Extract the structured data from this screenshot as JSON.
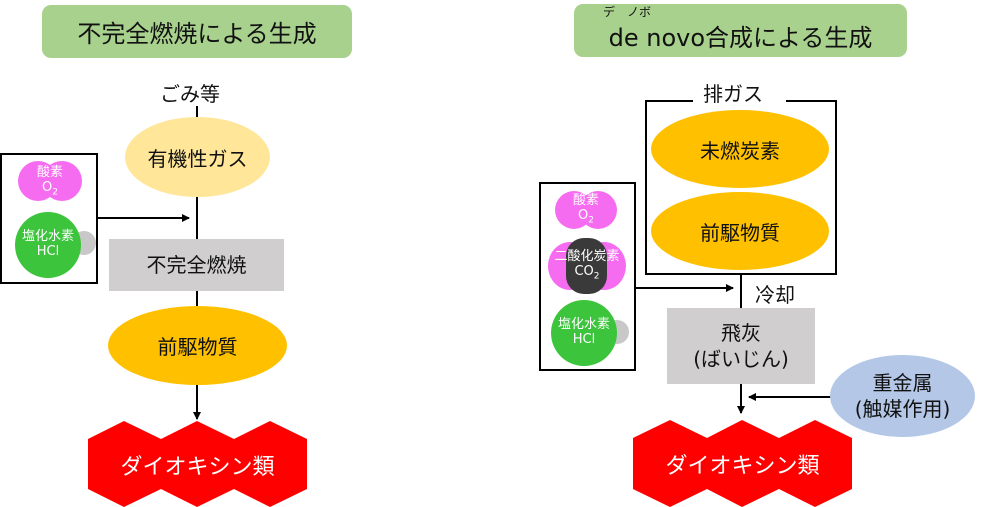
{
  "left": {
    "title": "不完全燃焼による生成",
    "source_label": "ごみ等",
    "organic_gas": "有機性ガス",
    "process": "不完全燃焼",
    "precursor": "前駆物質",
    "product": "ダイオキシン類",
    "molecules": [
      {
        "name": "酸素",
        "formula": "O",
        "subscript": "2"
      },
      {
        "name": "塩化水素",
        "formula": "HCl",
        "subscript": ""
      }
    ]
  },
  "right": {
    "title": "de novo合成による生成",
    "title_ruby": "デ　ノボ",
    "exhaust_label": "排ガス",
    "unburned_carbon": "未燃炭素",
    "precursor": "前駆物質",
    "cooling_label": "冷却",
    "fly_ash": {
      "line1": "飛灰",
      "line2": "(ばいじん)"
    },
    "heavy_metal": {
      "line1": "重金属",
      "line2": "(触媒作用)"
    },
    "product": "ダイオキシン類",
    "molecules": [
      {
        "name": "酸素",
        "formula": "O",
        "subscript": "2"
      },
      {
        "name": "二酸化炭素",
        "formula": "CO",
        "subscript": "2"
      },
      {
        "name": "塩化水素",
        "formula": "HCl",
        "subscript": ""
      }
    ]
  },
  "colors": {
    "title_green": "#A9D18E",
    "organic_gas": "#FFE699",
    "precursor_orange": "#FFC000",
    "process_gray": "#D0CECE",
    "dioxin_red": "#FF0000",
    "oxygen_pink": "#F66CF0",
    "hcl_green": "#3CC43C",
    "hcl_gray": "#C8C8C8",
    "carbon_dark": "#3A3A3A",
    "heavy_metal_blue": "#B4C7E7"
  }
}
